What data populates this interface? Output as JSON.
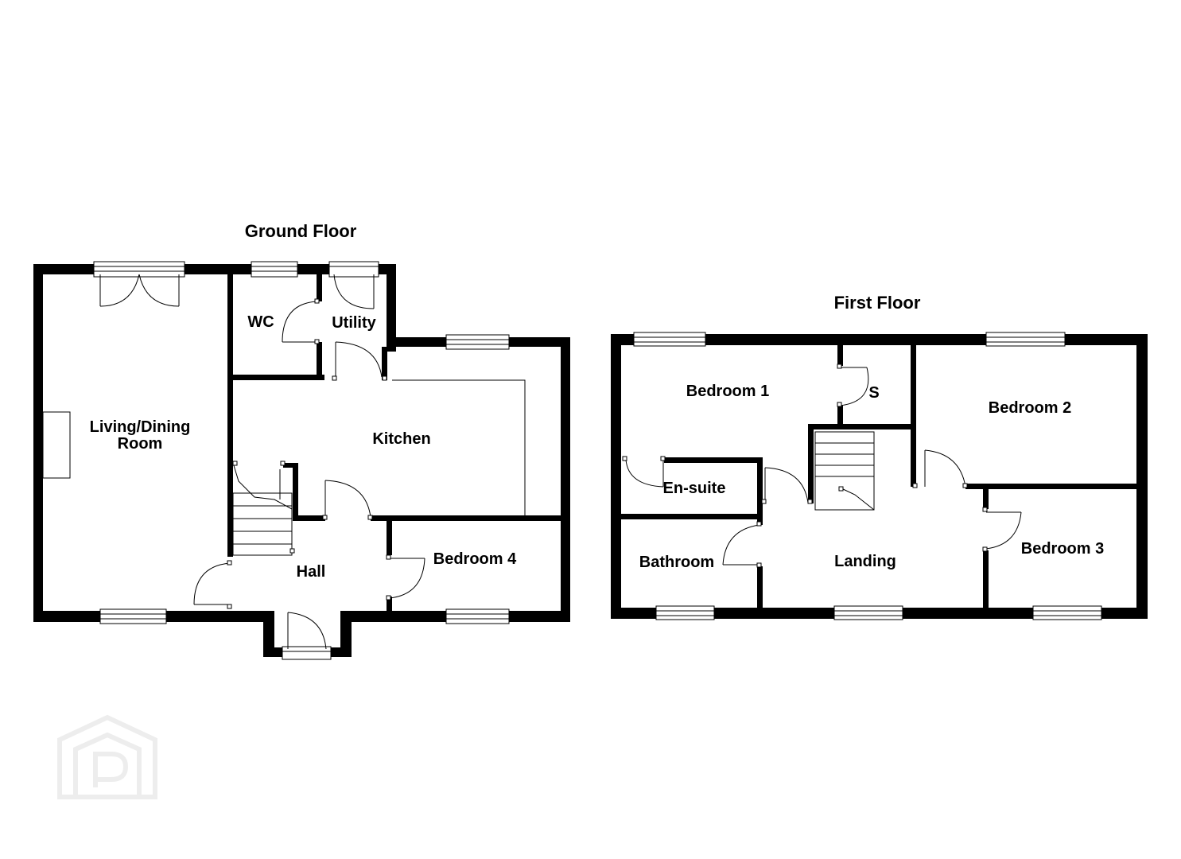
{
  "floors": [
    {
      "title": "Ground Floor",
      "rooms": [
        "Living/Dining",
        "Room",
        "WC",
        "Utility",
        "Kitchen",
        "Hall",
        "Bedroom 4"
      ]
    },
    {
      "title": "First Floor",
      "rooms": [
        "Bedroom 1",
        "S",
        "Bedroom 2",
        "En-suite",
        "Bathroom",
        "Landing",
        "Bedroom 3"
      ]
    }
  ],
  "colors": {
    "wall": "#000000",
    "background": "#ffffff",
    "watermark": "#ededed"
  },
  "watermark_icon": "house-logo-icon"
}
